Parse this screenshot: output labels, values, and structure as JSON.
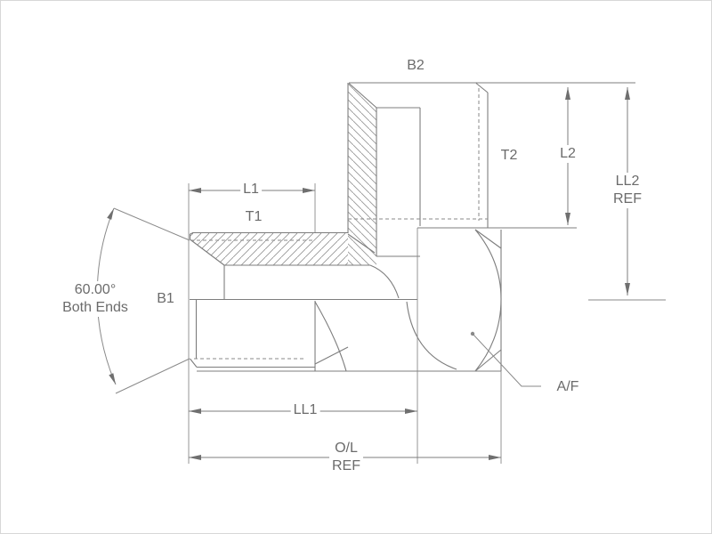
{
  "diagram": {
    "type": "technical-drawing",
    "subject": "90-degree elbow adapter fitting, sectioned side view with dimension callouts",
    "labels": {
      "b2": "B2",
      "t2": "T2",
      "l2": "L2",
      "ll2_line1": "LL2",
      "ll2_line2": "REF",
      "l1": "L1",
      "t1": "T1",
      "b1": "B1",
      "angle_line1": "60.00°",
      "angle_line2": "Both Ends",
      "ll1": "LL1",
      "ol_line1": "O/L",
      "ol_line2": "REF",
      "af": "A/F"
    },
    "colors": {
      "line": "#7d7d7d",
      "hatch": "#979797",
      "text": "#6b6b6b",
      "background": "#ffffff"
    }
  }
}
